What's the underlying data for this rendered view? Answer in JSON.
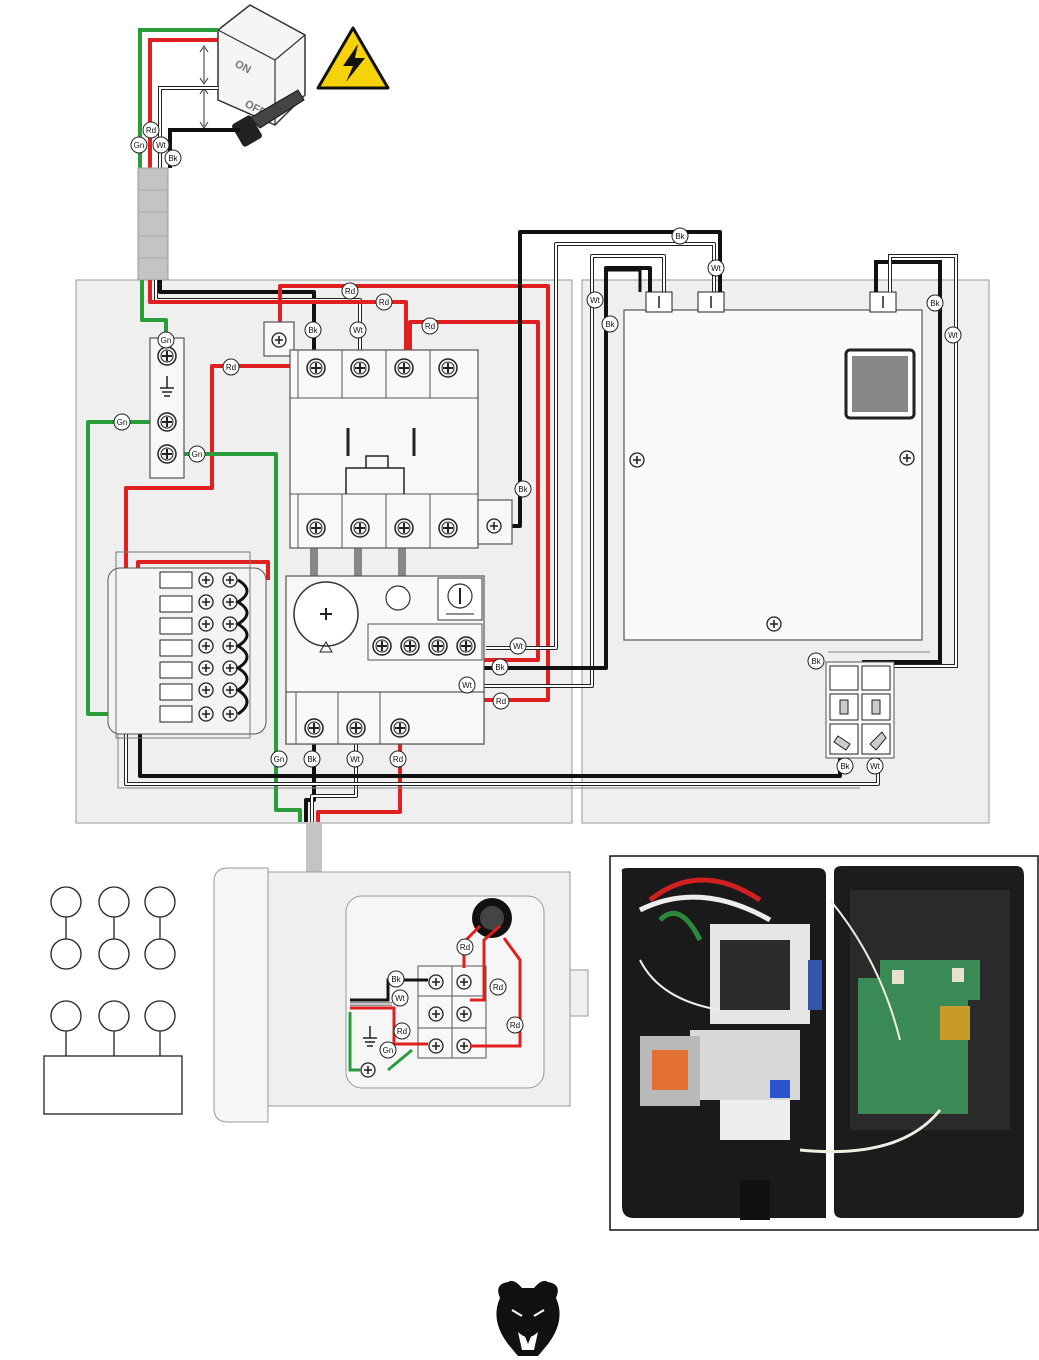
{
  "colors": {
    "green": "#2a9d3a",
    "red": "#e02020",
    "black": "#111111",
    "white_wire": "#ffffff",
    "panel": "#efefef",
    "cable": "#c4c4c4",
    "warning_yellow": "#f6d20a"
  },
  "wire_labels": {
    "green": "Gn",
    "red": "Rd",
    "white": "Wt",
    "black": "Bk"
  },
  "switch": {
    "on_label": "ON",
    "off_label": "OFF"
  },
  "icons": [
    "warning-lightning-icon",
    "ground-symbol-icon",
    "bear-head-logo-icon",
    "screw-terminal-icon"
  ]
}
